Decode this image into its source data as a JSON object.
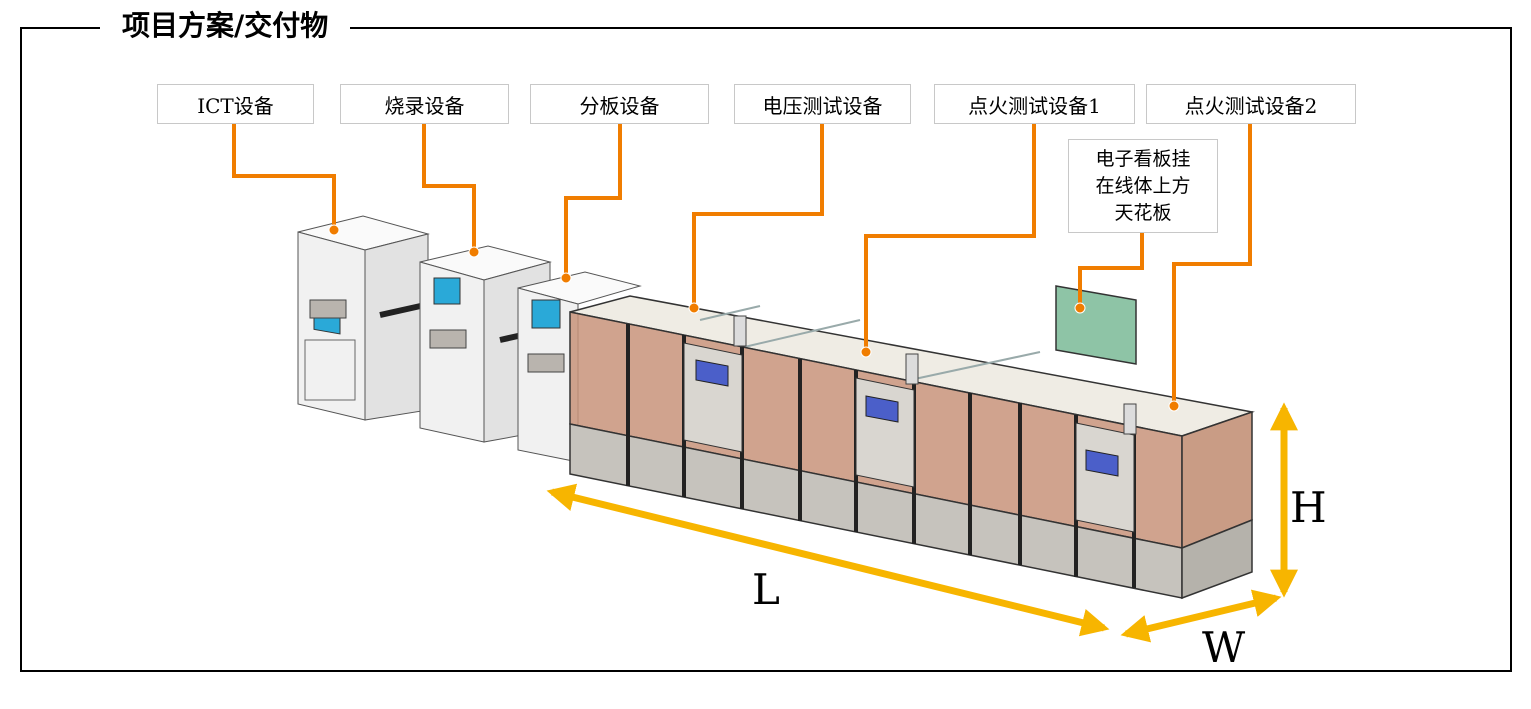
{
  "section_title": "项目方案/交付物",
  "equipment_labels": [
    "ICT设备",
    "烧录设备",
    "分板设备",
    "电压测试设备",
    "点火测试设备1",
    "点火测试设备2"
  ],
  "note": {
    "lines": [
      "电子看板挂",
      "在线体上方",
      "天花板"
    ]
  },
  "dimensions": {
    "length_label": "L",
    "width_label": "W",
    "height_label": "H"
  },
  "colors": {
    "leader_line": "#f07d00",
    "dimension_arrow": "#f7b500",
    "board_green": "#8ec4a6",
    "window_tint": "#c8937a",
    "cabinet_gray": "#c6c3bd",
    "top_panel": "#efece4"
  }
}
